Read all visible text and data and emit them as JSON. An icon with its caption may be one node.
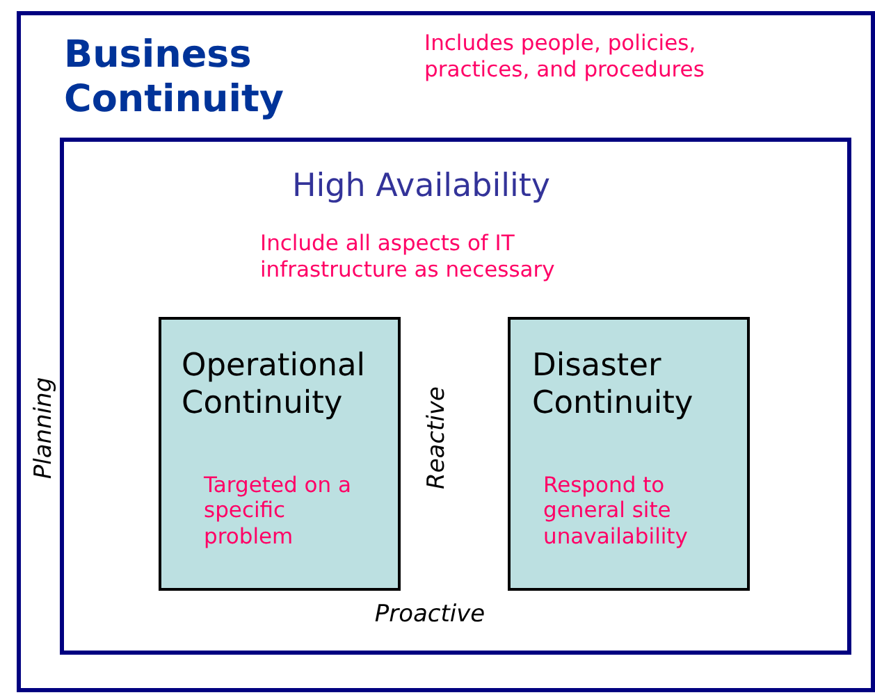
{
  "diagram": {
    "nodes": [
      {
        "text": [
          "Business Continuity",
          "Includes people, policies, practices, and procedures"
        ]
      },
      {
        "text": [
          "High Availability",
          "Include all aspects of IT infrastructure as necessary"
        ],
        "in": 0
      },
      {
        "text": [
          "Operational Continuity",
          "Targeted on a specific problem"
        ],
        "in": 1
      },
      {
        "text": [
          "Disaster Continuity",
          "Respond to general site unavailability"
        ],
        "in": 1
      }
    ],
    "labels": [
      "Planning",
      "Reactive",
      "Proactive"
    ]
  }
}
